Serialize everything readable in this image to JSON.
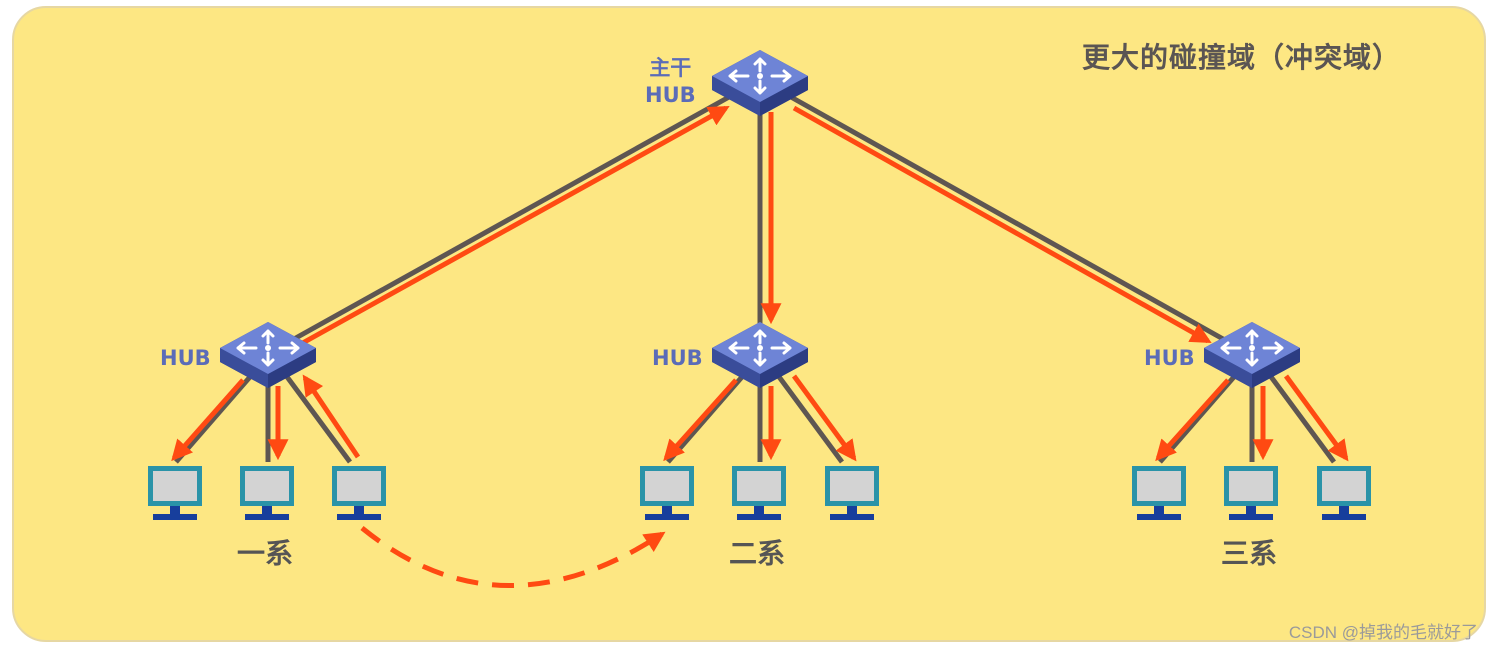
{
  "title": "更大的碰撞域（冲突域）",
  "backbone": {
    "label_line1": "主干",
    "label_line2": "HUB"
  },
  "hubs": [
    {
      "label": "HUB",
      "dept": "一系"
    },
    {
      "label": "HUB",
      "dept": "二系"
    },
    {
      "label": "HUB",
      "dept": "三系"
    }
  ],
  "watermark": "CSDN @掉我的毛就好了",
  "colors": {
    "background": "#fde783",
    "link": "#5e5652",
    "signal": "#ff4a12",
    "hub_label": "#5b6cb8",
    "hub_body": "#4458a8",
    "monitor_frame": "#1f8fa6",
    "monitor_screen": "#d4d4d4",
    "monitor_base": "#173e9c"
  },
  "icons": [
    "hub-switch-icon",
    "monitor-icon"
  ]
}
